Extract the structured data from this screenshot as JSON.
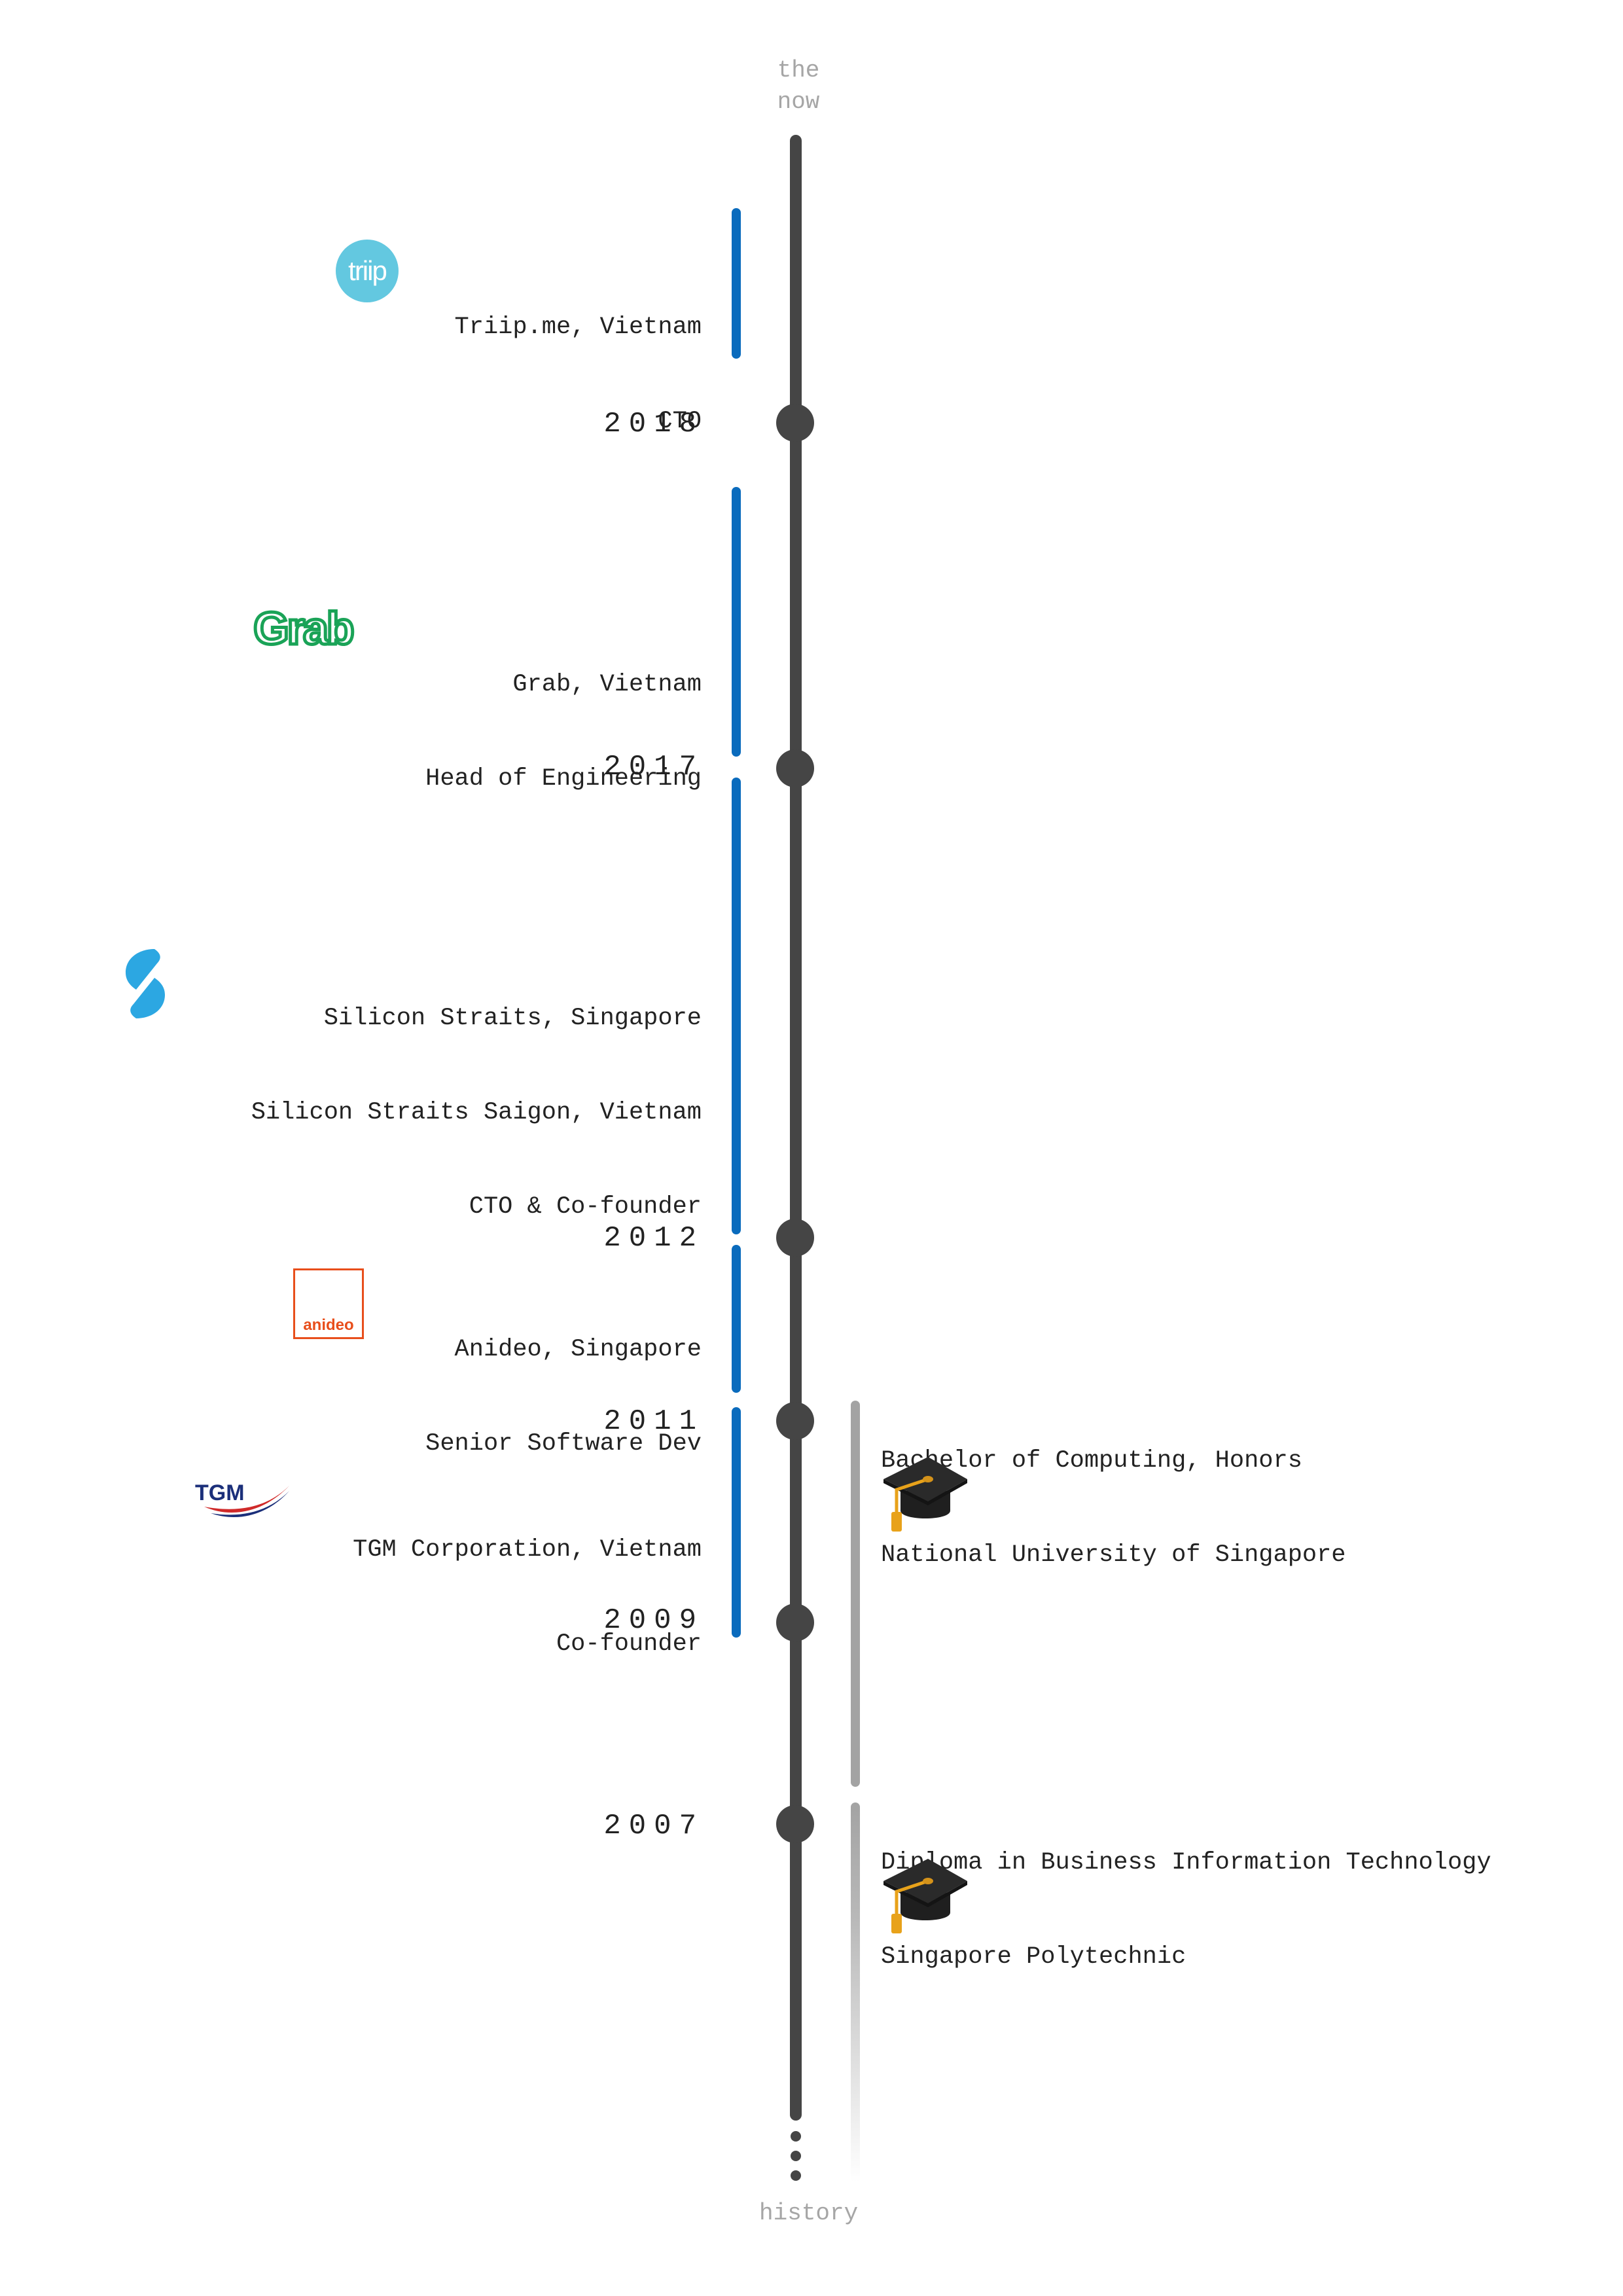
{
  "axis": {
    "top_label": "the\nnow",
    "bottom_label": "history"
  },
  "colors": {
    "timeline": "#454545",
    "work": "#0a6bbd",
    "education": "#a3a3a3"
  },
  "years": [
    "2018",
    "2017",
    "2012",
    "2011",
    "2009",
    "2007"
  ],
  "work": [
    {
      "logo": "triip-logo",
      "logo_text": "triip",
      "lines": [
        "Triip.me, Vietnam",
        "CTO"
      ]
    },
    {
      "logo": "grab-logo",
      "logo_text": "Grab",
      "lines": [
        "Grab, Vietnam",
        "Head of Engineering"
      ]
    },
    {
      "logo": "silicon-straits-logo",
      "lines": [
        "Silicon Straits, Singapore",
        "Silicon Straits Saigon, Vietnam",
        "CTO & Co-founder"
      ]
    },
    {
      "logo": "anideo-logo",
      "logo_text": "anideo",
      "lines": [
        "Anideo, Singapore",
        "Senior Software Dev"
      ]
    },
    {
      "logo": "tgm-logo",
      "logo_text": "TGM",
      "lines": [
        "TGM Corporation, Vietnam",
        "Co-founder"
      ]
    }
  ],
  "education": [
    {
      "icon": "graduation-cap-icon",
      "lines": [
        "Bachelor of Computing, Honors",
        "National University of Singapore"
      ]
    },
    {
      "icon": "graduation-cap-icon",
      "lines": [
        "Diploma in Business Information Technology",
        "Singapore Polytechnic"
      ]
    }
  ]
}
